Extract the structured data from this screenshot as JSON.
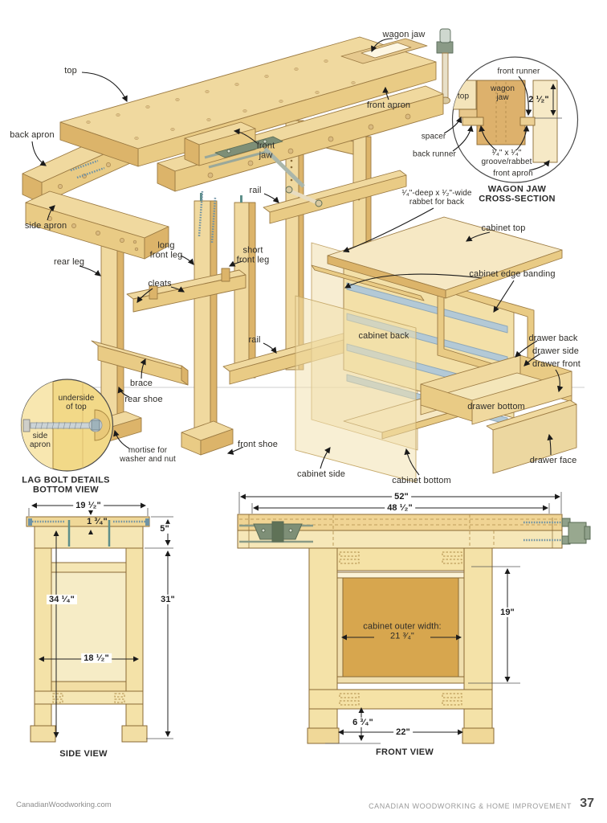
{
  "exploded": {
    "top": "top",
    "wagon_jaw": "wagon jaw",
    "front_apron": "front apron",
    "back_apron": "back apron",
    "side_apron": "side apron",
    "front_jaw": "front\njaw",
    "rail_upper": "rail",
    "long_front_leg": "long\nfront leg",
    "short_front_leg": "short\nfront leg",
    "rear_leg": "rear leg",
    "cleats": "cleats",
    "rail_lower": "rail",
    "brace": "brace",
    "rear_shoe": "rear shoe",
    "front_shoe": "front shoe",
    "rabbet_note": "¹⁄₄\"-deep x ¹⁄₂\"-wide\nrabbet for back",
    "cabinet_top": "cabinet top",
    "cabinet_edge_banding": "cabinet edge banding",
    "cabinet_back": "cabinet back",
    "cabinet_side": "cabinet side",
    "cabinet_bottom": "cabinet bottom",
    "drawer_back": "drawer back",
    "drawer_side": "drawer side",
    "drawer_front": "drawer front",
    "drawer_bottom": "drawer bottom",
    "drawer_face": "drawer face"
  },
  "cross_section": {
    "front_runner": "front runner",
    "wagon_jaw": "wagon\njaw",
    "top": "top",
    "height_dim": "2 ¹⁄₂\"",
    "spacer": "spacer",
    "back_runner": "back runner",
    "groove_note": "¹⁄₄\" x ¹⁄₄\"\ngroove/rabbet",
    "front_apron": "front apron",
    "title": "WAGON JAW\nCROSS-SECTION"
  },
  "lag_bolt": {
    "underside_of_top": "underside\nof top",
    "side_apron": "side\napron",
    "mortise_note": "mortise for\nwasher and nut",
    "title": "LAG BOLT DETAILS\nBOTTOM VIEW"
  },
  "side_view": {
    "title": "SIDE VIEW",
    "top_width": "19 ¹⁄₂\"",
    "top_thickness": "1 ³⁄₄\"",
    "apron_height": "5\"",
    "overall_height": "34 ¹⁄₄\"",
    "leg_height": "31\"",
    "inner_width": "18 ¹⁄₂\""
  },
  "front_view": {
    "title": "FRONT VIEW",
    "overall_width": "52\"",
    "top_width": "48 ¹⁄₂\"",
    "cabinet_height": "19\"",
    "cabinet_width_note": "cabinet outer width:\n21 ³⁄₄\"",
    "base_height": "6 ³⁄₄\"",
    "base_width": "22\""
  },
  "footer": {
    "left": "CanadianWoodworking.com",
    "right": "CANADIAN WOODWORKING & HOME IMPROVEMENT",
    "page_number": "37"
  },
  "colors": {
    "wood_pale": "#f6e8c4",
    "wood_light": "#f0d99f",
    "wood_mid": "#e9cb85",
    "wood_dark": "#dcb46a",
    "cabinet_panel": "#d7a64e",
    "outline": "#9c7b43",
    "metal_green": "#7e8f77",
    "screw_blue": "#6f93a5",
    "slide_blue": "#b3c9d6",
    "detail_circle_yellow": "#f2d988"
  }
}
